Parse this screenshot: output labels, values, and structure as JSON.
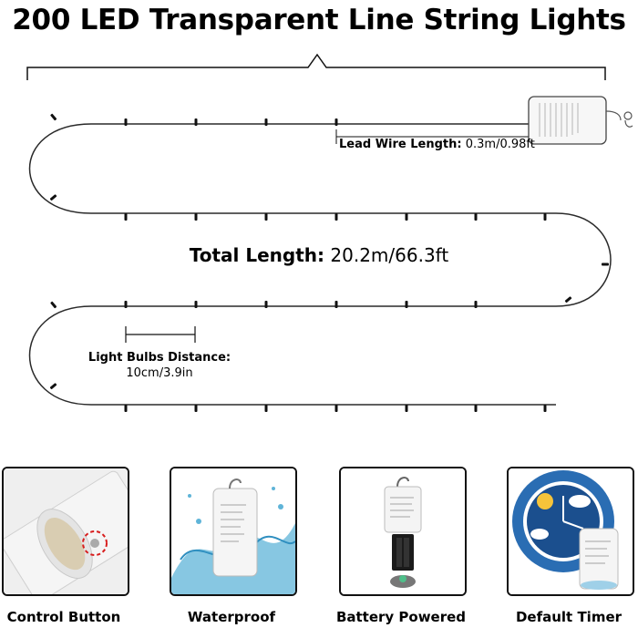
{
  "title": "200 LED Transparent Line String Lights",
  "lead_wire": {
    "label": "Lead Wire Length:",
    "value": "0.3m/0.98ft"
  },
  "total_length": {
    "label": "Total Length:",
    "value": "20.2m/66.3ft"
  },
  "bulb_distance": {
    "label": "Light Bulbs Distance:",
    "value": "10cm/3.9in"
  },
  "features": [
    {
      "caption": "Control Button"
    },
    {
      "caption": "Waterproof"
    },
    {
      "caption": "Battery Powered"
    },
    {
      "caption": "Default Timer"
    }
  ],
  "colors": {
    "wire": "#2a2a2a",
    "bulb": "#111111",
    "water": "#5fb4d8",
    "button_ring": "#d81e1e"
  }
}
